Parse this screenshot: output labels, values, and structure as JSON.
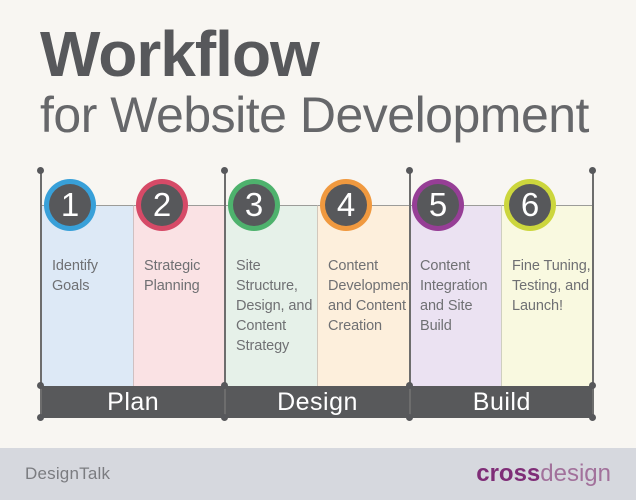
{
  "header": {
    "title": "Workflow",
    "subtitle": "for Website Development"
  },
  "steps": [
    {
      "number": "1",
      "label": "Identify Goals",
      "ring_color": "#38a0d9",
      "fill_color": "#dde9f6"
    },
    {
      "number": "2",
      "label": "Strategic Planning",
      "ring_color": "#d64a67",
      "fill_color": "#fae2e4"
    },
    {
      "number": "3",
      "label": "Site Structure, Design, and Content Strategy",
      "ring_color": "#4eb26d",
      "fill_color": "#e6f1e9"
    },
    {
      "number": "4",
      "label": "Content Development and Content Creation",
      "ring_color": "#f0993f",
      "fill_color": "#fdefdc"
    },
    {
      "number": "5",
      "label": "Content Integration and Site Build",
      "ring_color": "#963e96",
      "fill_color": "#ebe2f2"
    },
    {
      "number": "6",
      "label": "Fine Tuning, Testing, and Launch!",
      "ring_color": "#ccd63d",
      "fill_color": "#f9f9e0"
    }
  ],
  "phases": [
    {
      "label": "Plan"
    },
    {
      "label": "Design"
    },
    {
      "label": "Build"
    }
  ],
  "footer": {
    "brand_left": "DesignTalk",
    "brand_right_bold": "cross",
    "brand_right_light": "design"
  },
  "colors": {
    "background": "#f8f6f2",
    "title_text": "#57585b",
    "subtitle_text": "#66676a",
    "step_text": "#6f7073",
    "bar_background": "#58595b",
    "bar_text": "#ffffff",
    "connector_line": "#6d6d6d",
    "footer_background": "#d6d8de",
    "footer_left_text": "#7b7c80",
    "brand_bold_color": "#7f2d77",
    "brand_light_color": "#a2719b"
  }
}
